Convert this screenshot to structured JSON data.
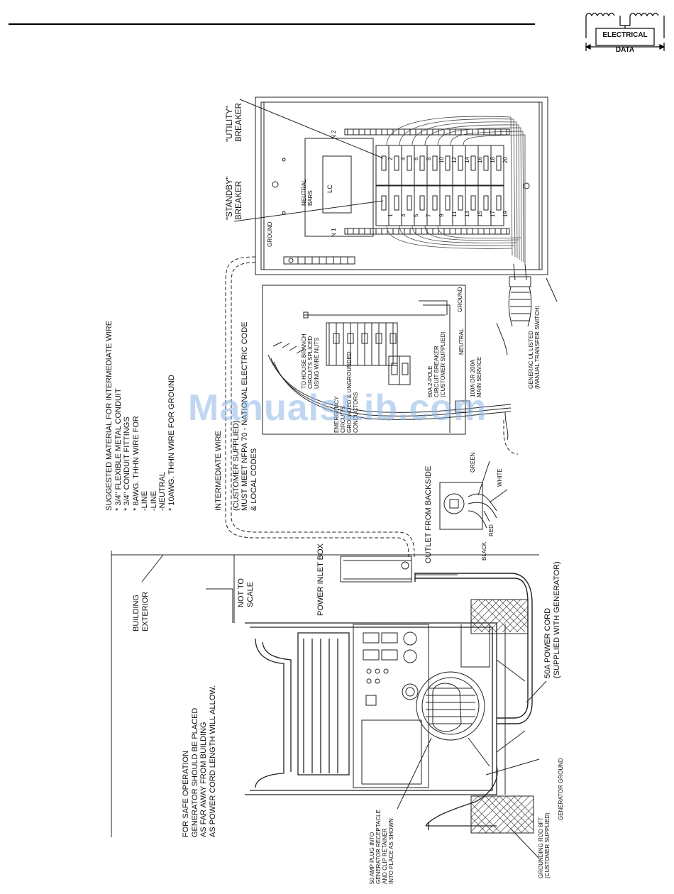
{
  "header": {
    "badge_line1": "ELECTRICAL",
    "badge_line2": "DATA"
  },
  "watermark": "ManualsLib.com",
  "labels": {
    "suggested_material": [
      "SUGGESTED MATERIAL FOR INTERMEDIATE WIRE",
      "* 3/4\" FLEXIBLE METAL CONDUIT",
      "* 3/4\" CONDUIT FITTINGS",
      "* 8AWG. THHN WIRE FOR",
      "-LINE",
      "-LINE",
      "-NEUTRAL",
      "* 10AWG. THHN WIRE FOR GROUND"
    ],
    "intermediate_wire": [
      "INTERMEDIATE WIRE",
      "(CUSTOMER SUPPLIED)",
      "MUST MEET NFPA 70 - NATIONAL ELECTRIC CODE",
      "& LOCAL CODES"
    ],
    "building_exterior": [
      "BUILDING",
      "EXTERIOR"
    ],
    "not_to_scale": [
      "NOT TO",
      "SCALE"
    ],
    "power_inlet_box": "POWER INLET BOX",
    "safe_operation": [
      "FOR SAFE OPERATION",
      "GENERATOR SHOULD BE PLACED",
      "AS FAR AWAY FROM BUILDING",
      "AS POWER CORD LENGTH WILL ALLOW."
    ],
    "power_cord": [
      "50A POWER CORD",
      "(SUPPLIED WITH GENERATOR)"
    ],
    "plug_note": [
      "50 AMP PLUG INTO",
      "GENERATOR RECEPTACLE",
      "AND CLIP RETAINER",
      "INTO PLACE AS SHOWN"
    ],
    "grounding_rod": [
      "GROUNDING ROD 8FT",
      "(CUSTOMER SUPPLIED)"
    ],
    "generator_ground": "GENERATOR GROUND",
    "outlet_backside": "OUTLET FROM BACKSIDE",
    "wire_green": "GREEN",
    "wire_white": "WHITE",
    "wire_red": "RED",
    "wire_black": "BLACK",
    "ground": "GROUND",
    "neutral": "NEUTRAL",
    "neutral_bars": [
      "NEUTRAL",
      "BARS"
    ],
    "n1": "N 1",
    "n2": "N 2",
    "lc": "LC",
    "standby_breaker": [
      "\"STANDBY\"",
      "BREAKER"
    ],
    "utility_breaker": [
      "\"UTILITY\"",
      "BREAKER"
    ],
    "main_service": [
      "100A OR 200A",
      "MAIN SERVICE"
    ],
    "circuit_breaker": [
      "60A 2-POLE",
      "CIRCUIT BREAKER",
      "(CUSTOMER SUPPLIED)"
    ],
    "house_branch": [
      "TO HOUSE BRANCH",
      "CIRCUITS SPLICED",
      "USING WIRE NUTS"
    ],
    "generac_listed": [
      "GENERAC UL LISTED",
      "(MANUAL TRANSFER SWITCH)"
    ],
    "emergency_circuits": [
      "EMERGENCY",
      "CIRCUITS",
      "GROUNDED & UNGROUNDED",
      "CONDUCTORS"
    ]
  },
  "breakers": {
    "even": [
      "2",
      "4",
      "6",
      "8",
      "10",
      "12",
      "14",
      "16",
      "18",
      "20"
    ],
    "odd": [
      "1",
      "3",
      "5",
      "7",
      "9",
      "11",
      "13",
      "15",
      "17",
      "19"
    ]
  }
}
